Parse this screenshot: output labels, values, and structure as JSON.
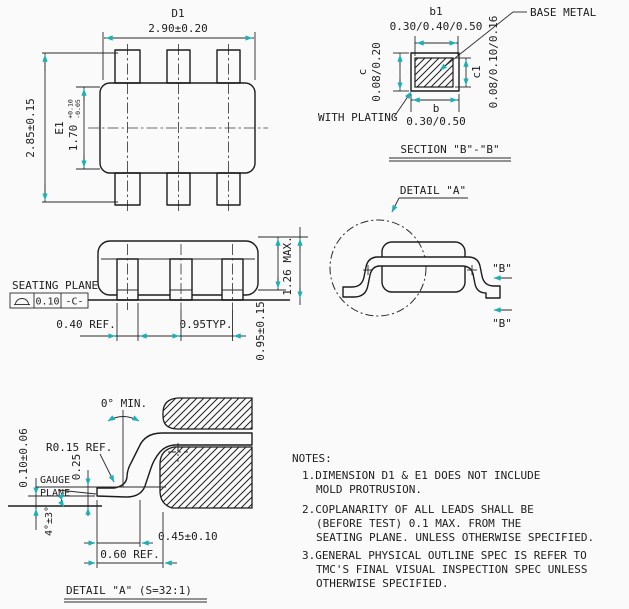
{
  "drawing": {
    "colors": {
      "line": "#1c1c1c",
      "arrow": "#18b2b6",
      "background": "#fafafa"
    },
    "plan_view": {
      "dim_d1_label": "D1",
      "dim_d1_value": "2.90±0.20",
      "dim_overall_height": "2.85±0.15",
      "dim_e1_label": "E1",
      "dim_e1_value": "1.70",
      "dim_e1_tol_plus": "+0.10",
      "dim_e1_tol_minus": "-0.05"
    },
    "section_bb": {
      "dim_b1_label": "b1",
      "dim_b1_value": "0.30/0.40/0.50",
      "base_metal_label": "BASE METAL",
      "dim_c_label": "c",
      "dim_c_value": "0.08/0.20",
      "dim_c1_label": "c1",
      "dim_c1_value": "0.08/0.10/0.16",
      "with_plating_label": "WITH PLATING",
      "dim_b_label": "b",
      "dim_b_value": "0.30/0.50",
      "title": "SECTION \"B\"-\"B\""
    },
    "side_view": {
      "seating_plane_label": "SEATING PLANE",
      "datum_tolerance": "0.10",
      "datum_reference": "-C-",
      "dim_lead_width": "0.40 REF.",
      "dim_lead_pitch": "0.95TYP.",
      "dim_total_height": "1.26 MAX.",
      "dim_body_thickness": "0.95±0.15"
    },
    "detail_a_view": {
      "label": "DETAIL \"A\"",
      "section_mark_top": "\"B\"",
      "section_mark_bottom": "\"B\""
    },
    "detail_a_zoom": {
      "dim_lead_angle": "0° MIN.",
      "dim_bend_radius": "R0.15 REF.",
      "dim_gauge_offset": "0.25",
      "gauge_plane_word1": "GAUGE",
      "gauge_plane_word2": "PLANE",
      "dim_standoff": "0.10±0.06",
      "dim_foot_angle": "4°±3°",
      "dim_foot_length": "0.45±0.10",
      "dim_lead_length": "0.60 REF.",
      "title": "DETAIL \"A\" (S=32:1)"
    },
    "notes": {
      "heading": "NOTES:",
      "note1_line1": "1.DIMENSION D1 & E1 DOES NOT INCLUDE",
      "note1_line2": "MOLD PROTRUSION.",
      "note2_line1": "2.COPLANARITY OF ALL LEADS SHALL BE",
      "note2_line2": "(BEFORE TEST) 0.1 MAX. FROM THE",
      "note2_line3": "SEATING PLANE. UNLESS OTHERWISE SPECIFIED.",
      "note3_line1": "3.GENERAL PHYSICAL OUTLINE SPEC IS REFER TO",
      "note3_line2": "TMC'S FINAL VISUAL INSPECTION SPEC UNLESS",
      "note3_line3": "OTHERWISE SPECIFIED."
    }
  }
}
